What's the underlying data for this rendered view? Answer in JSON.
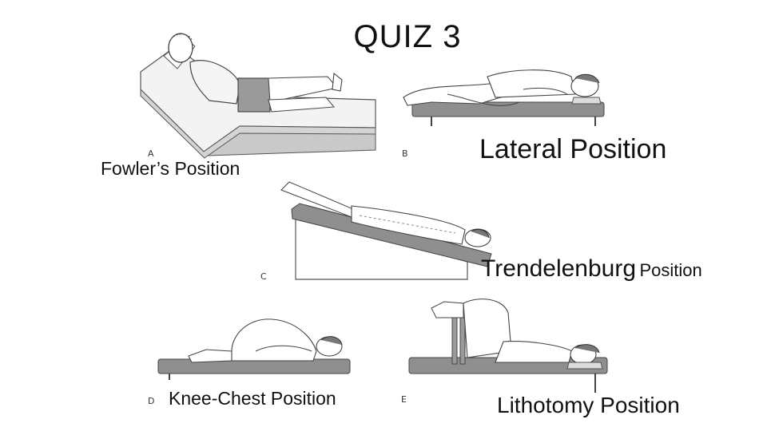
{
  "slide": {
    "title": "QUIZ  3",
    "figures": [
      {
        "letter": "A",
        "caption": "Fowler’s Position"
      },
      {
        "letter": "B",
        "caption": "Lateral Position"
      },
      {
        "letter": "C",
        "caption_main": "Trendelenburg",
        "caption_suffix": "Position"
      },
      {
        "letter": "D",
        "caption": "Knee-Chest Position"
      },
      {
        "letter": "E",
        "caption": "Lithotomy Position"
      }
    ]
  }
}
